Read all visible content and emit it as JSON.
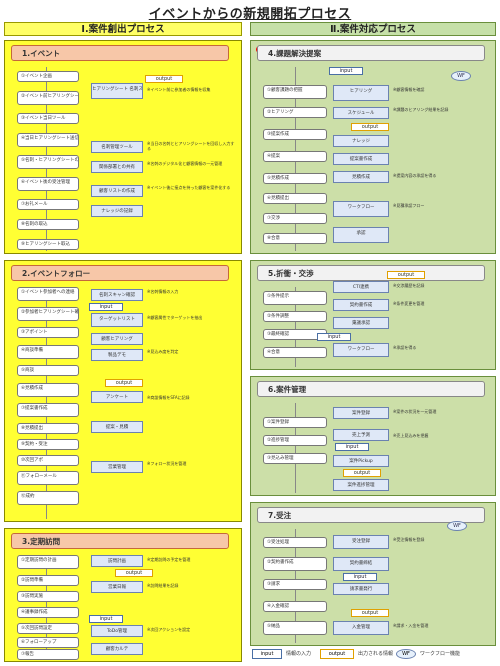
{
  "title": "イベントからの新規開拓プロセス",
  "columns": {
    "left": "Ⅰ.案件創出プロセス",
    "right": "Ⅱ.案件対応プロセス"
  },
  "panels": {
    "p1": {
      "title": "1.イベント",
      "steps": [
        "①イベント企画",
        "②イベント前ヒアリングシート送信",
        "③イベント当日ツール",
        "④当日ヒアリングシート送信依頼",
        "⑤名刺・ヒアリングシートの回収",
        "⑥イベント後の受注管理",
        "⑦お礼メール",
        "⑧名刺の取込",
        "⑨ヒアリングシート取込"
      ],
      "acts": [
        "ヒアリングシート 名刺スキャン入力",
        "名刺管理ツール",
        "関係部署との共有",
        "顧客リストの作成",
        "ナレッジの記録"
      ],
      "notes": [
        "※イベント前に参加者の情報を収集",
        "※当日の名刺とヒアリングシートを回収し入力する",
        "※名刺のデジタル化と顧客情報の一元管理",
        "※イベント後に接点を持った顧客を案件化する"
      ],
      "output": "output"
    },
    "p2": {
      "title": "2.イベントフォロー",
      "steps": [
        "①イベント参加者への連絡",
        "②参加者ヒアリングシート確認",
        "③アポイント",
        "④商談準備",
        "⑤商談",
        "⑥見積作成",
        "⑦提案書作成",
        "⑧見積提出",
        "⑨契約・受注",
        "⑩次回アポ",
        "⑪フォローメール",
        "⑫成約"
      ],
      "acts": [
        "名刺スキャン確認",
        "ターゲットリスト",
        "顧客ヒアリング",
        "製品デモ",
        "アンケート",
        "提案・見積",
        "営業管理"
      ],
      "notes": [
        "※名刺情報の入力",
        "※顧客属性でターゲットを抽出",
        "※見込み度を判定",
        "※商談情報をSFAに記録",
        "※フォロー状況を管理"
      ],
      "input": "input",
      "output": "output"
    },
    "p3": {
      "title": "3.定期訪問",
      "steps": [
        "①定期訪問の計画",
        "②訪問準備",
        "③訪問実施",
        "④議事録作成",
        "⑤次回訪問設定",
        "⑥フォローアップ",
        "⑦報告"
      ],
      "acts": [
        "訪問計画",
        "営業日報",
        "ToDo管理",
        "顧客カルテ"
      ],
      "notes": [
        "※定期訪問の予定を管理",
        "※訪問結果を記録",
        "※次回アクションを設定"
      ],
      "input": "input",
      "output": "output"
    },
    "p4": {
      "title": "4.課題解決提案",
      "steps": [
        "①顧客課題の把握",
        "②ヒアリング",
        "③提案作成",
        "④提案",
        "⑤見積作成",
        "⑥見積提出",
        "⑦交渉",
        "⑧合意"
      ],
      "acts": [
        "ヒアリング",
        "スケジュール",
        "ナレッジ",
        "提案書作成",
        "見積作成",
        "ワークフロー",
        "承認"
      ],
      "notes": [
        "※顧客情報を確認",
        "※課題のヒアリング結果を記録",
        "※提案内容の承認を得る",
        "※見積承認フロー"
      ],
      "input": "input",
      "output": "output",
      "wf": "WF"
    },
    "p5": {
      "title": "5.折衝・交渉",
      "steps": [
        "①条件提示",
        "②条件調整",
        "③最終確認",
        "④合意"
      ],
      "acts": [
        "CTI連携",
        "契約書作成",
        "稟議承認",
        "ワークフロー"
      ],
      "notes": [
        "※交渉履歴を記録",
        "※条件変更を管理",
        "※承認を得る"
      ],
      "input": "input",
      "output": "output"
    },
    "p6": {
      "title": "6.案件管理",
      "steps": [
        "①案件登録",
        "②進捗管理",
        "③見込み管理"
      ],
      "acts": [
        "案件登録",
        "売上予測",
        "案件Pickup",
        "案件進捗管理"
      ],
      "notes": [
        "※案件の状況を一元管理",
        "※売上見込みを把握"
      ],
      "input": "input",
      "output": "output"
    },
    "p7": {
      "title": "7.受注",
      "steps": [
        "①受注処理",
        "②契約書作成",
        "③請求",
        "④入金確認",
        "⑤納品"
      ],
      "acts": [
        "受注登録",
        "契約書締結",
        "請求書発行",
        "入金管理"
      ],
      "notes": [
        "※受注情報を登録",
        "※請求・入金を管理"
      ],
      "input": "input",
      "output": "output",
      "wf": "WF"
    }
  },
  "legend": {
    "input": "input",
    "input_desc": "情報の入力",
    "output": "output",
    "output_desc": "出力される情報",
    "wf": "WF",
    "wf_desc": "ワークフロー機能"
  }
}
